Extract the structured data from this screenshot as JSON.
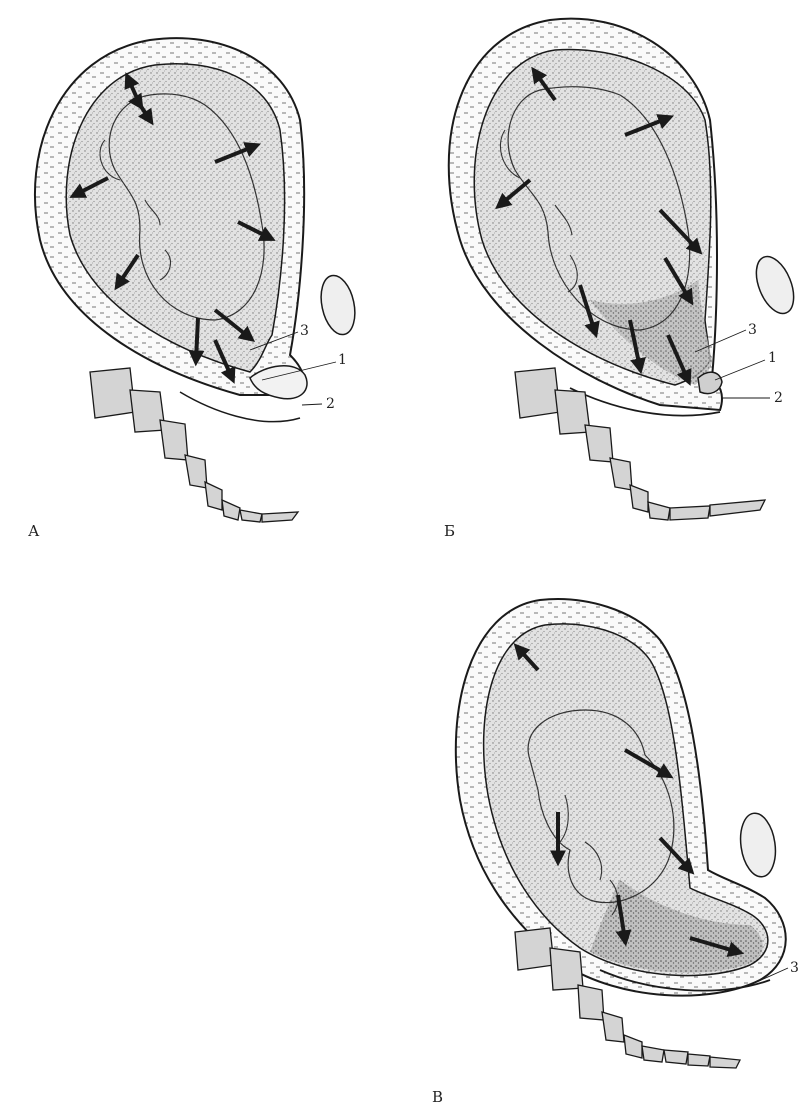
{
  "panels": [
    {
      "letter": "А",
      "callouts": [
        "3",
        "1",
        "2"
      ]
    },
    {
      "letter": "Б",
      "callouts": [
        "3",
        "1",
        "2"
      ]
    },
    {
      "letter": "В",
      "callouts": [
        "3"
      ]
    }
  ],
  "colors": {
    "ink": "#1a1a1a",
    "stipple": "#9a9a9a",
    "fill": "#dcdcdc",
    "bone": "#bdbdbd"
  },
  "icons": {
    "arrow": "pressure-arrow-icon",
    "vertebra": "vertebra-icon",
    "pubis": "pubic-bone-icon"
  }
}
